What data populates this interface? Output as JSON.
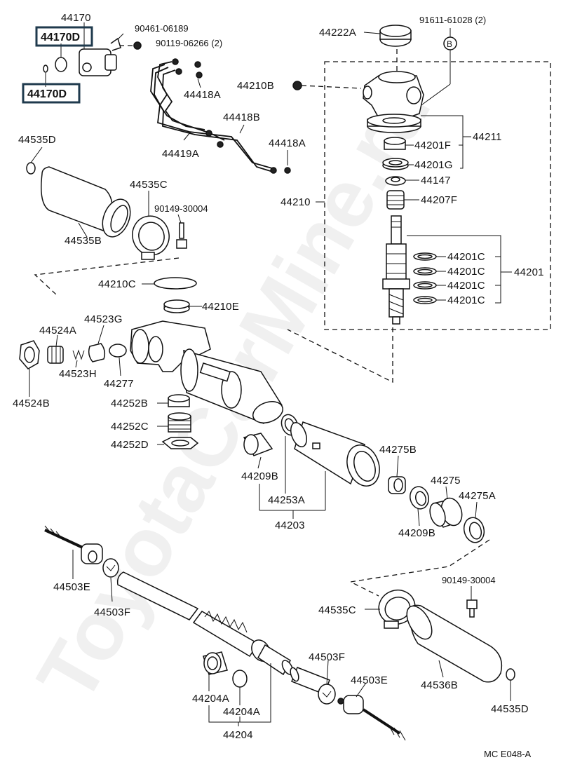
{
  "labels": {
    "p44170": "44170",
    "p44170D_a": "44170D",
    "p44170D_b": "44170D",
    "p90461": "90461-06189",
    "p90119": "90119-06266 (2)",
    "p44418A_a": "44418A",
    "p44418B": "44418B",
    "p44419A": "44419A",
    "p44418A_b": "44418A",
    "p44222A": "44222A",
    "p91611": "91611-61028 (2)",
    "pB": "B",
    "p44210B": "44210B",
    "p44211": "44211",
    "p44201F": "44201F",
    "p44201G": "44201G",
    "p44147": "44147",
    "p44207F": "44207F",
    "p44210": "44210",
    "p44201C_1": "44201C",
    "p44201C_2": "44201C",
    "p44201C_3": "44201C",
    "p44201C_4": "44201C",
    "p44201": "44201",
    "p44535D_a": "44535D",
    "p44535C_a": "44535C",
    "p90149_a": "90149-30004",
    "p44535B": "44535B",
    "p44210C": "44210C",
    "p44210E": "44210E",
    "p44523G": "44523G",
    "p44524A": "44524A",
    "p44523H": "44523H",
    "p44277": "44277",
    "p44524B": "44524B",
    "p44252B": "44252B",
    "p44252C": "44252C",
    "p44252D": "44252D",
    "p44209B_a": "44209B",
    "p44253A": "44253A",
    "p44203": "44203",
    "p44275B": "44275B",
    "p44275": "44275",
    "p44275A": "44275A",
    "p44209B_b": "44209B",
    "p44503E_a": "44503E",
    "p44503F_a": "44503F",
    "p90149_b": "90149-30004",
    "p44535C_b": "44535C",
    "p44503F_b": "44503F",
    "p44503E_b": "44503E",
    "p44536B": "44536B",
    "p44535D_b": "44535D",
    "p44204A_a": "44204A",
    "p44204A_b": "44204A",
    "p44204": "44204",
    "code": "MC  E048-A"
  },
  "watermark": "ToyotaCarMine.ru",
  "colors": {
    "ink": "#111111",
    "highlight_border": "#1f3a4d",
    "background": "#ffffff"
  }
}
